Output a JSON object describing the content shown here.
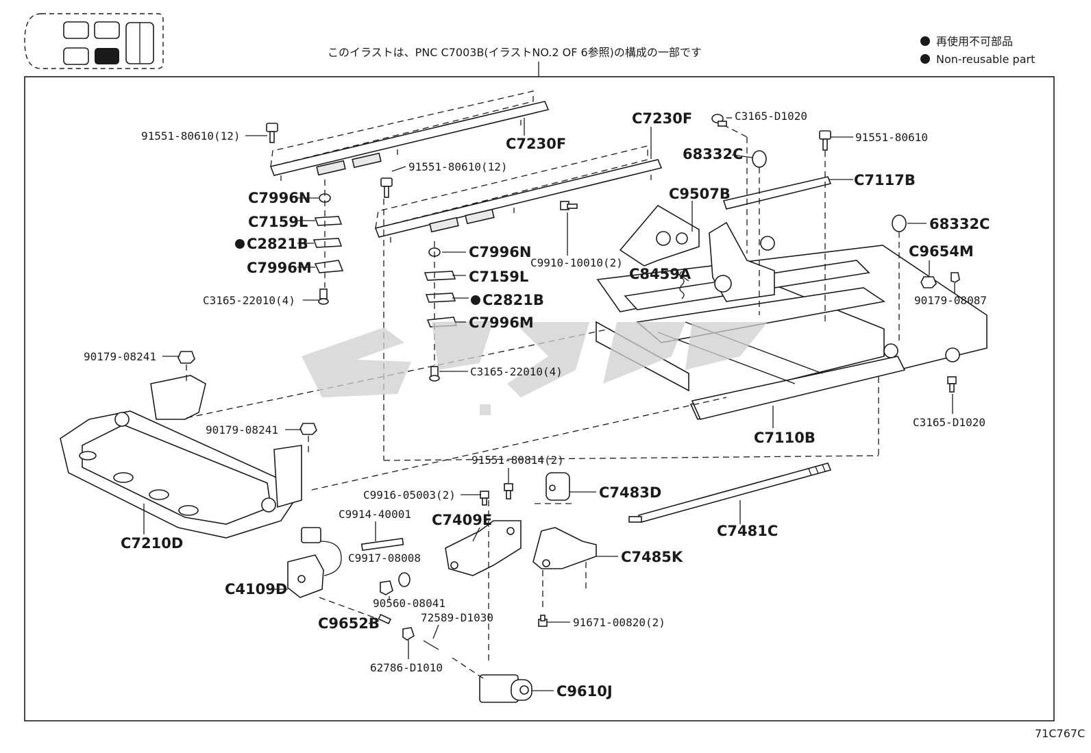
{
  "header": {
    "note_jp": "このイラストは、PNC C7003B(イラストNO.2 OF 6参照)の構成の一部です",
    "legend": [
      {
        "text": "再使用不可部品"
      },
      {
        "text": "Non-reusable part"
      }
    ]
  },
  "illustration_code": "71C767C",
  "parts": {
    "p1": "91551-80610(12)",
    "p2": "C7230F",
    "p3": "91551-80610(12)",
    "p4": "C7230F",
    "p5": "C7996N",
    "p6": "C7159L",
    "p7": "C2821B",
    "p8": "C7996M",
    "p9": "C3165-22010(4)",
    "p10": "C7996N",
    "p11": "C7159L",
    "p12": "C2821B",
    "p13": "C7996M",
    "p14": "C3165-22010(4)",
    "p15": "C3165-D1020",
    "p16": "68332C",
    "p17": "91551-80610",
    "p18": "C7117B",
    "p19": "C9507B",
    "p20": "68332C",
    "p21": "C9910-10010(2)",
    "p22": "C8459A",
    "p23": "C9654M",
    "p24": "90179-08087",
    "p25": "90179-08241",
    "p26": "90179-08241",
    "p27": "C3165-D1020",
    "p28": "C7110B",
    "p29": "91551-80814(2)",
    "p30": "C7483D",
    "p31": "C9916-05003(2)",
    "p32": "C9914-40001",
    "p33": "C7409E",
    "p34": "C7481C",
    "p35": "C7210D",
    "p36": "C9917-08008",
    "p37": "C7485K",
    "p38": "90560-08041",
    "p39": "C4109D",
    "p40": "72589-D1030",
    "p41": "C9652B",
    "p42": "91671-00820(2)",
    "p43": "62786-D1010",
    "p44": "C9610J"
  }
}
